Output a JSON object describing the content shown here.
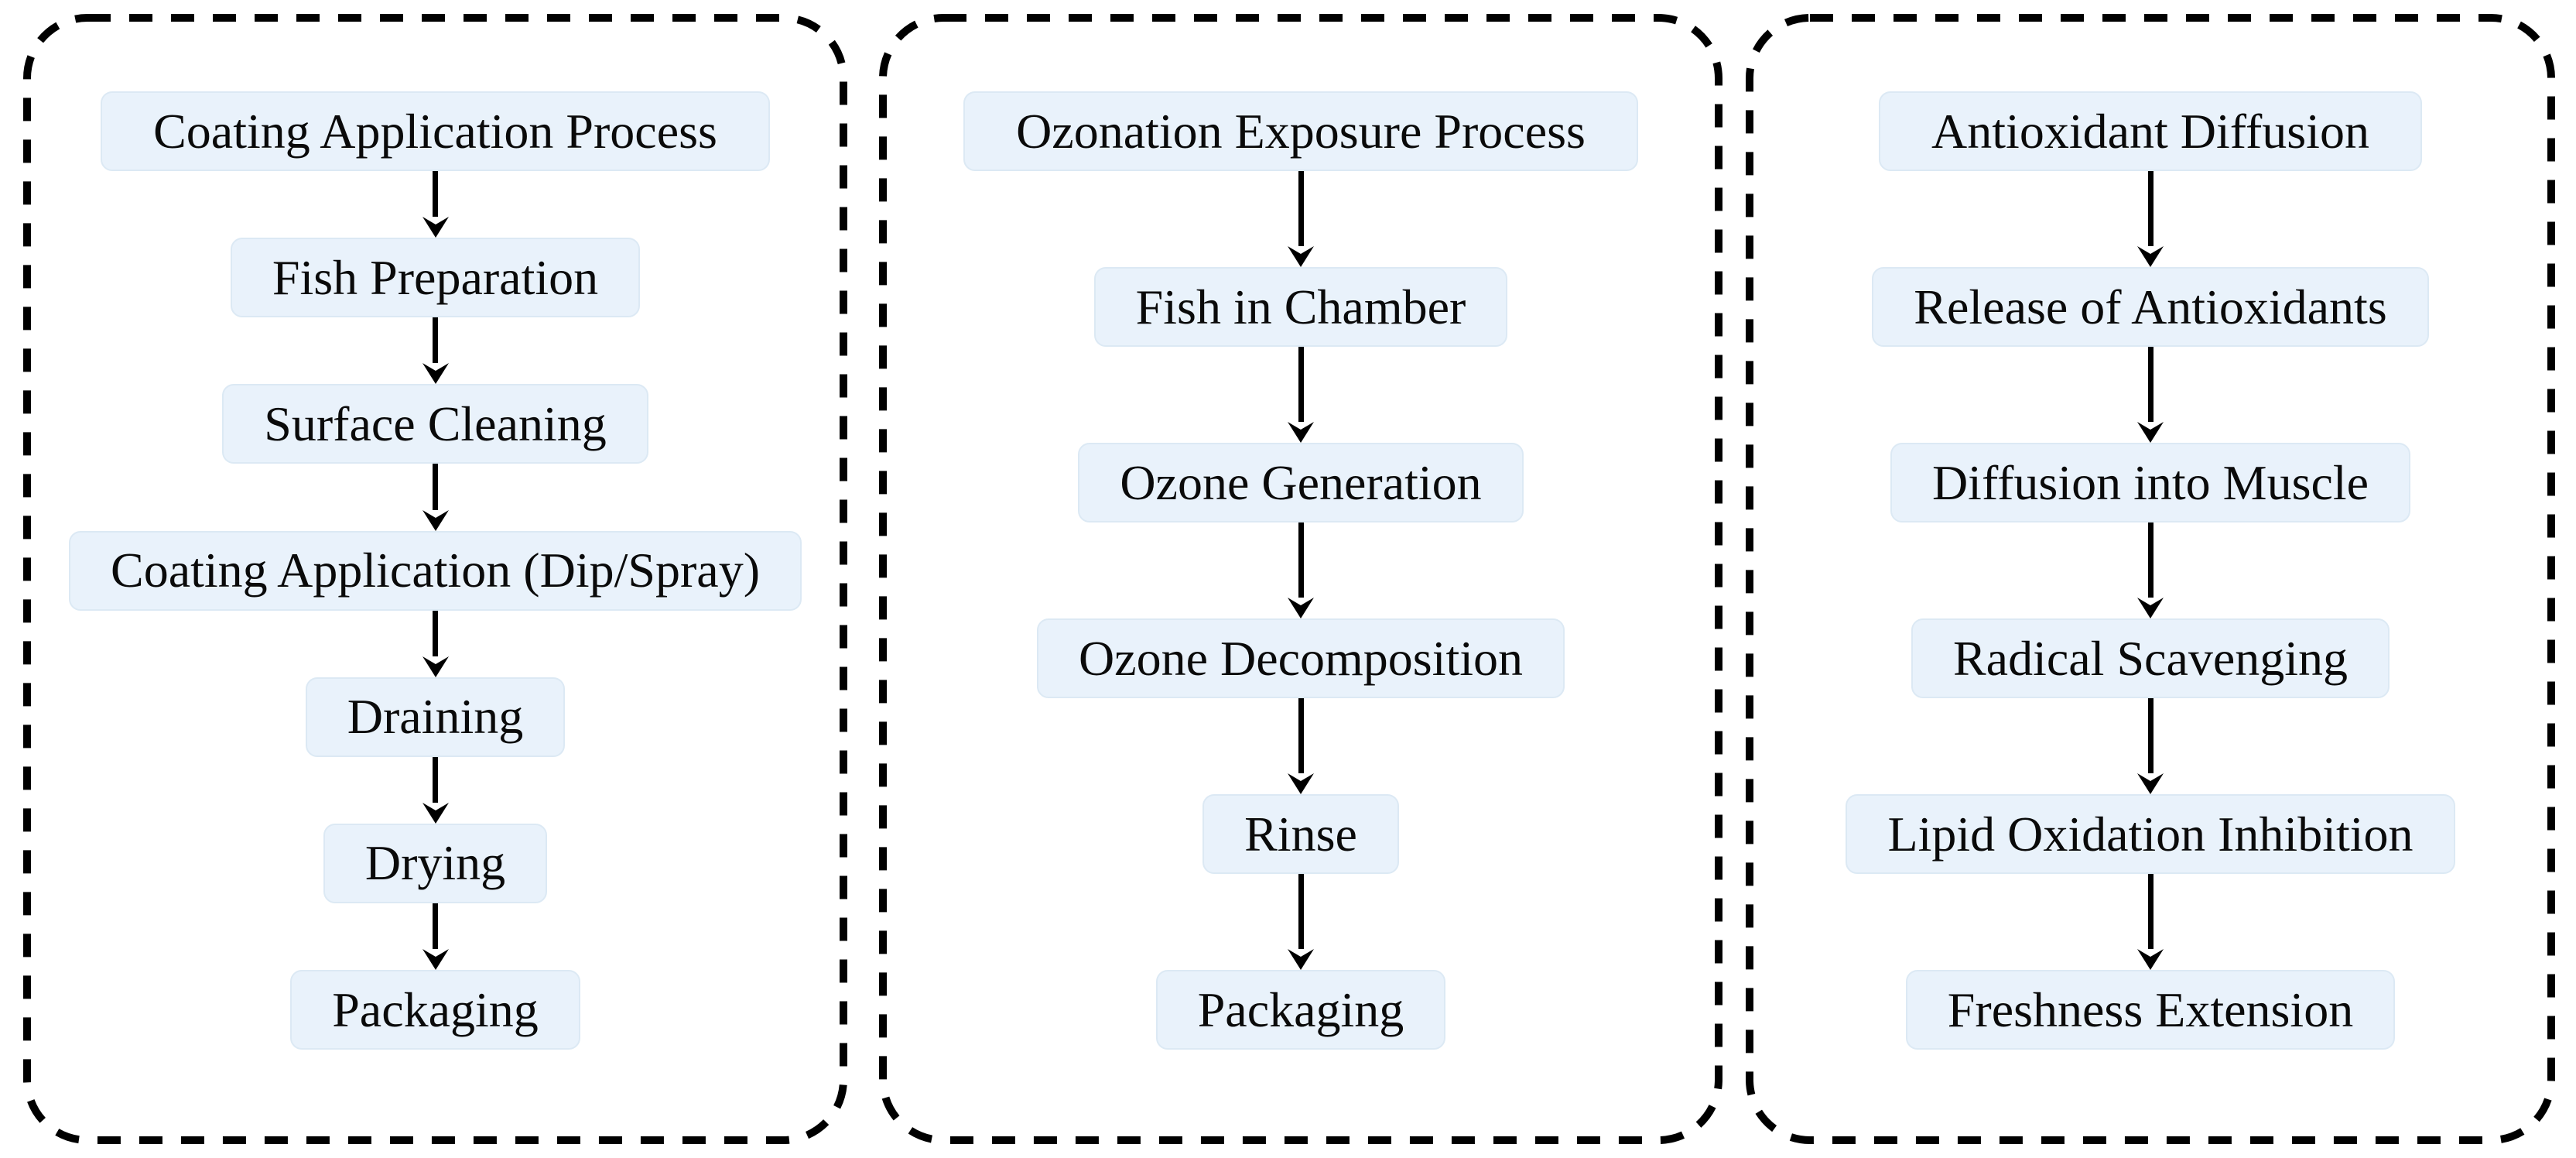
{
  "figure": {
    "description": "Three dashed-border process flowcharts",
    "background": "#ffffff"
  },
  "colors": {
    "box_fill": "#e9f2fb",
    "box_border": "#dce9f4",
    "line": "#000000",
    "ink": "#0a0a0a"
  },
  "icons": {
    "down_arrow": "↓"
  },
  "panels": [
    {
      "id": "coating-application-process",
      "steps": [
        "Coating Application Process",
        "Fish Preparation",
        "Surface Cleaning",
        "Coating Application (Dip/Spray)",
        "Draining",
        "Drying",
        "Packaging"
      ]
    },
    {
      "id": "ozonation-exposure-process",
      "steps": [
        "Ozonation Exposure Process",
        "Fish in Chamber",
        "Ozone Generation",
        "Ozone Decomposition",
        "Rinse",
        "Packaging"
      ]
    },
    {
      "id": "antioxidant-diffusion",
      "steps": [
        "Antioxidant Diffusion",
        "Release of Antioxidants",
        "Diffusion into Muscle",
        "Radical Scavenging",
        "Lipid Oxidation Inhibition",
        "Freshness Extension"
      ]
    }
  ]
}
